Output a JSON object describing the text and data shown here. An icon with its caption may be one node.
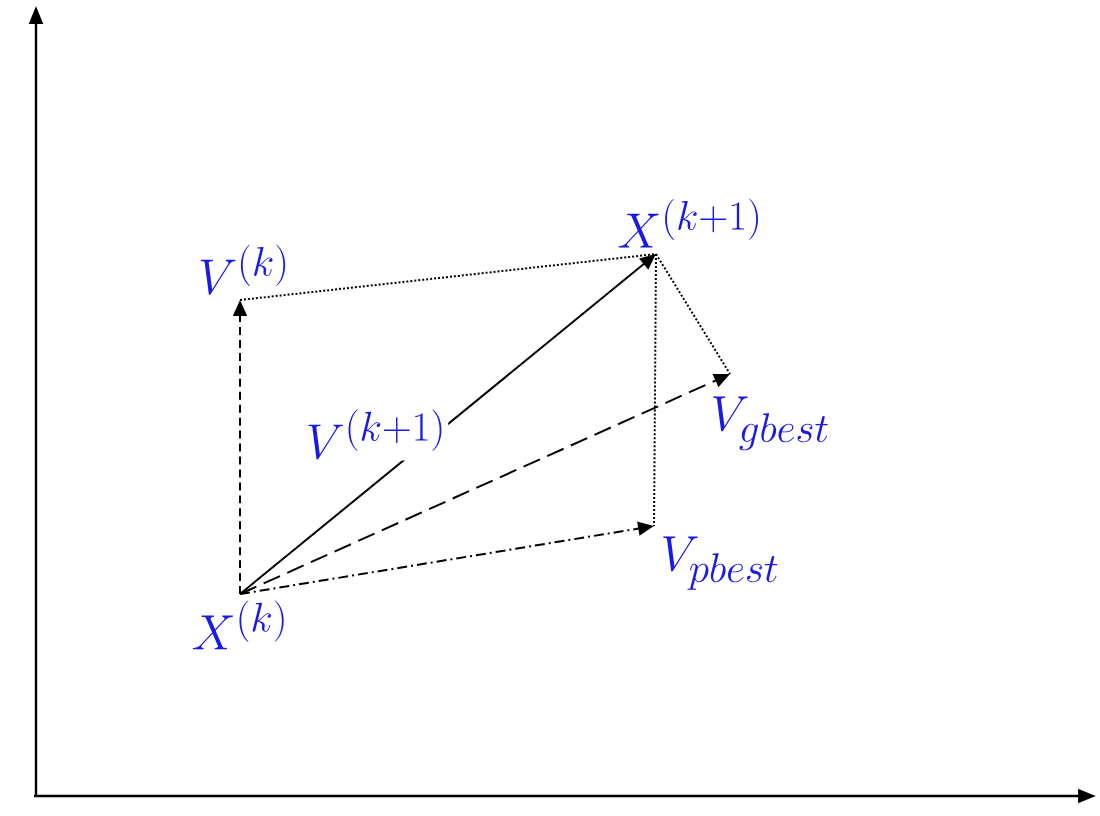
{
  "diagram": {
    "nodes": [
      {
        "text": [
          "X^{(k)}"
        ]
      },
      {
        "text": [
          "V^{(k)}"
        ]
      },
      {
        "text": [
          "X^{(k+1)}"
        ]
      },
      {
        "text": [
          "V_{gbest}"
        ]
      },
      {
        "text": [
          "V_{pbest}"
        ]
      }
    ],
    "edges": [
      {
        "from": 0,
        "to": 1,
        "arrow": "to",
        "style": "dashed"
      },
      {
        "from": 0,
        "to": 2,
        "arrow": "to",
        "label": "V^{(k+1)}"
      },
      {
        "from": 0,
        "to": 3,
        "arrow": "to",
        "style": "dashed"
      },
      {
        "from": 0,
        "to": 4,
        "arrow": "to",
        "style": "dashed"
      },
      {
        "from": 1,
        "to": 2,
        "arrow": "none",
        "style": "dashed"
      },
      {
        "from": 2,
        "to": 3,
        "arrow": "none",
        "style": "dashed"
      },
      {
        "from": 2,
        "to": 4,
        "arrow": "none",
        "style": "dashed"
      }
    ]
  }
}
